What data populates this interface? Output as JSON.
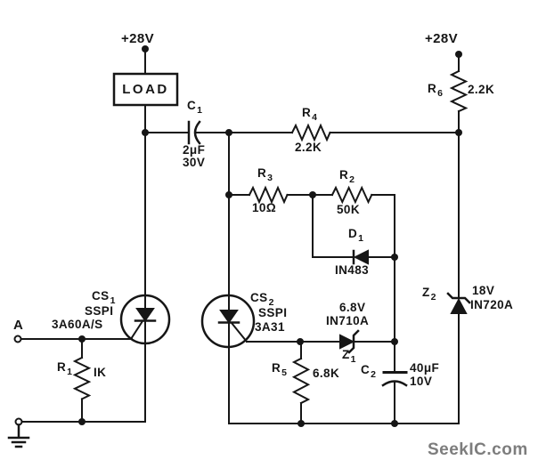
{
  "colors": {
    "ink": "#161616",
    "watermark_gray": "#7d7d7d",
    "background": "#ffffff"
  },
  "watermark": "SeekIC.com",
  "supply_left": "+28V",
  "supply_right": "+28V",
  "load": "LOAD",
  "input_a": "A",
  "components": {
    "c1": {
      "ref": "C",
      "sub": "1",
      "value1": "2μF",
      "value2": "30V"
    },
    "c2": {
      "ref": "C",
      "sub": "2",
      "value1": "40μF",
      "value2": "10V"
    },
    "r1": {
      "ref": "R",
      "sub": "1",
      "value": "IK"
    },
    "r2": {
      "ref": "R",
      "sub": "2",
      "value": "50K"
    },
    "r3": {
      "ref": "R",
      "sub": "3",
      "value": "10Ω"
    },
    "r4": {
      "ref": "R",
      "sub": "4",
      "value": "2.2K"
    },
    "r5": {
      "ref": "R",
      "sub": "5",
      "value": "6.8K"
    },
    "r6": {
      "ref": "R",
      "sub": "6",
      "value": "2.2K"
    },
    "d1": {
      "ref": "D",
      "sub": "1",
      "value": "IN483"
    },
    "z1": {
      "ref": "Z",
      "sub": "1",
      "voltage": "6.8V",
      "part": "IN710A"
    },
    "z2": {
      "ref": "Z",
      "sub": "2",
      "voltage": "18V",
      "part": "IN720A"
    },
    "cs1": {
      "ref": "CS",
      "sub": "1",
      "maker": "SSPI",
      "part": "3A60A/S"
    },
    "cs2": {
      "ref": "CS",
      "sub": "2",
      "maker": "SSPI",
      "part": "3A31"
    }
  }
}
